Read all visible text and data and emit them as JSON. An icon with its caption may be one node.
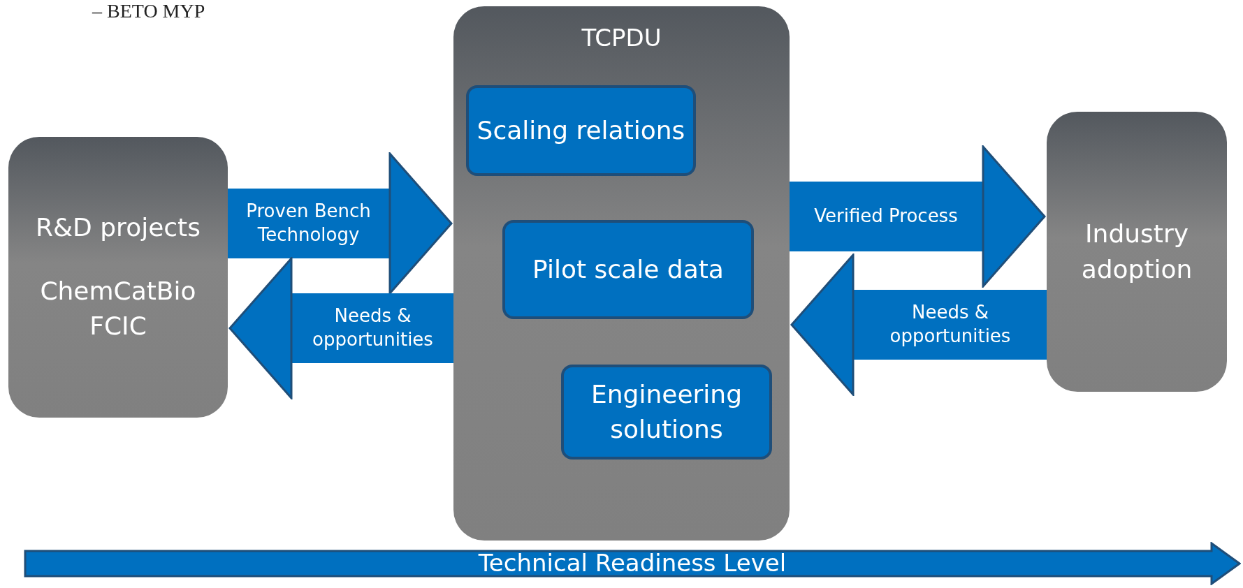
{
  "diagram": {
    "nodes": [
      {
        "text": [
          "R&D projects",
          "ChemCatBio FCIC"
        ]
      },
      {
        "text": [
          "TCPDU"
        ]
      },
      {
        "text": [
          "Scaling relations"
        ],
        "in": 1
      },
      {
        "text": [
          "Pilot scale data"
        ],
        "in": 1
      },
      {
        "text": [
          "Engineering solutions"
        ],
        "in": 1
      },
      {
        "text": [
          "Industry adoption"
        ]
      }
    ],
    "edges": [
      {
        "from": 0,
        "to": 1,
        "arrow": "to",
        "label": "Proven Bench Technology"
      },
      {
        "from": 1,
        "to": 0,
        "arrow": "to",
        "label": "Needs & opportunities"
      },
      {
        "from": 1,
        "to": 5,
        "arrow": "to",
        "label": "Verified Process"
      },
      {
        "from": 5,
        "to": 1,
        "arrow": "to",
        "label": "Needs & opportunities"
      }
    ],
    "labels": [
      "– BETO MYP",
      "Technical Readiness Level"
    ]
  }
}
